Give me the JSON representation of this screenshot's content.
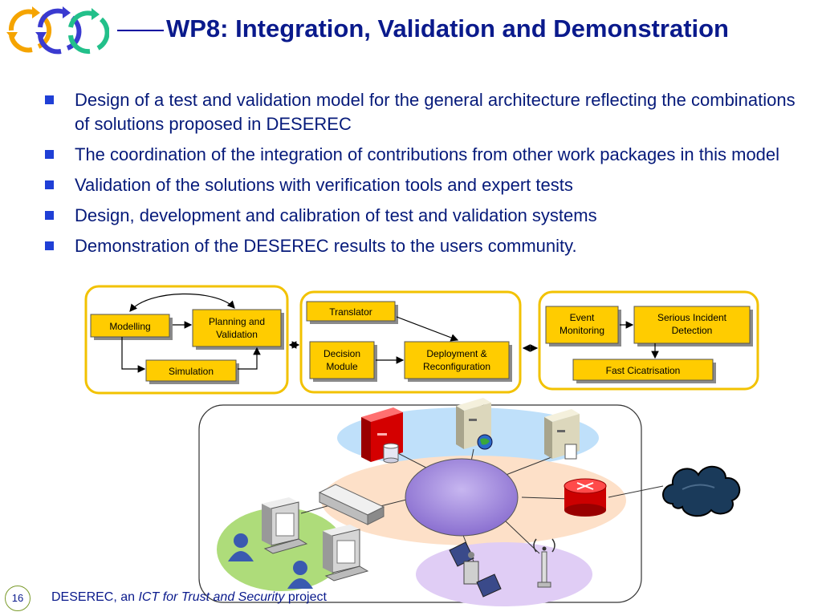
{
  "slide": {
    "title": "WP8: Integration, Validation and Demonstration",
    "bullets": [
      "Design of a test and validation model for the general architecture reflecting the combinations of solutions proposed in DESEREC",
      "The coordination of the integration of contributions from other work packages in this model",
      "Validation of the solutions with verification tools and expert tests",
      "Design, development and calibration of test and validation systems",
      "Demonstration of the DESEREC results to the users community."
    ]
  },
  "diagram": {
    "group1": {
      "modelling": "Modelling",
      "planning_line1": "Planning and",
      "planning_line2": "Validation",
      "simulation": "Simulation"
    },
    "group2": {
      "translator": "Translator",
      "decision_line1": "Decision",
      "decision_line2": "Module",
      "deployment_line1": "Deployment &",
      "deployment_line2": "Reconfiguration"
    },
    "group3": {
      "event_line1": "Event",
      "event_line2": "Monitoring",
      "serious_line1": "Serious Incident",
      "serious_line2": "Detection",
      "fast": "Fast Cicatrisation"
    }
  },
  "icons": {
    "logo": "three-circular-arrows-logo",
    "red-server": "red-server-icon",
    "database": "database-icon",
    "web-server": "web-server-icon",
    "file-server": "file-server-icon",
    "router": "router-icon",
    "cloud": "internet-cloud-icon",
    "switch": "network-switch-icon",
    "workstation": "workstation-icon",
    "user": "user-icon",
    "satellite": "satellite-icon",
    "antenna": "wireless-antenna-icon"
  },
  "colors": {
    "title": "#0a1a8c",
    "bullet_text": "#061a7a",
    "bullet_marker": "#1f3fd6",
    "box_fill": "#ffcc00",
    "group_border": "#f2c200",
    "hub": "#9a80d8"
  },
  "footer": {
    "page_number": "16",
    "project_prefix": "DESEREC,  an ",
    "program": "ICT for Trust and Security",
    "project_suffix": " project"
  }
}
